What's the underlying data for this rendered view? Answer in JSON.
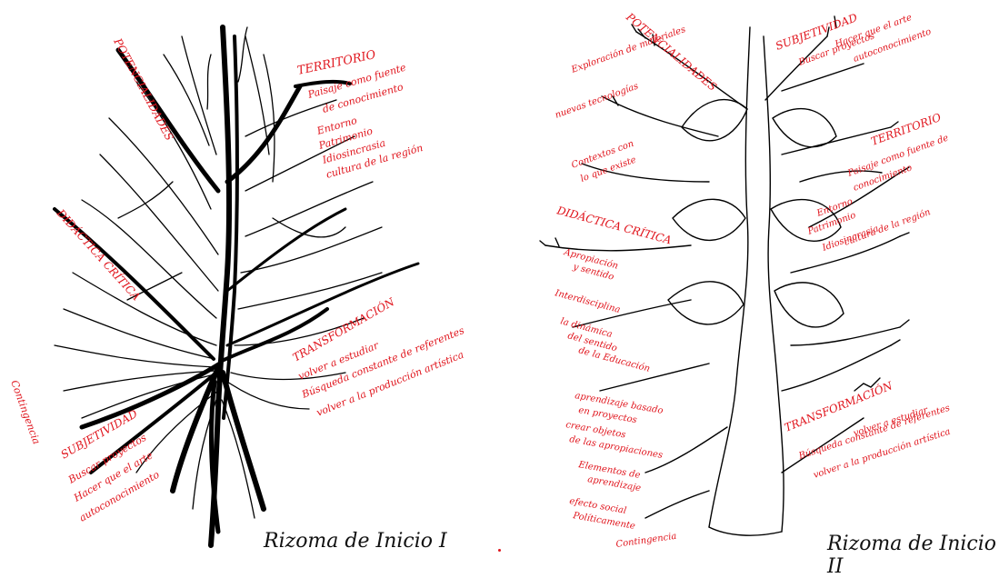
{
  "drawings": [
    {
      "caption": "Rizoma de Inicio I",
      "labels": {
        "territorio": "TERRITORIO",
        "territorio_a": "Paisaje como fuente",
        "territorio_b": "de conocimiento",
        "entorno": "Entorno",
        "patrimonio": "Patrimonio",
        "identidad": "Idiosincrasia",
        "cultura": "cultura de la región",
        "potencialidades": "POTENCIALIDADES",
        "transformacion": "TRANSFORMACIÓN",
        "volver": "volver a estudiar",
        "busqueda": "Búsqueda constante de referentes",
        "producir": "volver a la producción artística",
        "didactica": "DIDÁCTICA CRÍTICA",
        "subjetividad": "SUBJETIVIDAD",
        "buscar": "Buscar proyectos",
        "hacer": "Hacer que el arte",
        "auto": "autoconocimiento",
        "contingencia": "Contingencia"
      }
    },
    {
      "caption": "Rizoma de Inicio II",
      "labels": {
        "potencialidades": "POTENCIALIDADES",
        "subjetividad": "SUBJETIVIDAD",
        "buscar": "Buscar proyectos",
        "hacer": "Hacer que el arte",
        "auto": "autoconocimiento",
        "exploracion": "Exploración de materiales",
        "nuevas": "nuevas tecnologías",
        "contextos": "Contextos con",
        "lo_que": "lo que existe",
        "territorio": "TERRITORIO",
        "territorio_a": "Paisaje como fuente de",
        "territorio_b": "conocimiento",
        "entorno": "Entorno",
        "patrimonio": "Patrimonio",
        "identidad": "Idiosincrasia",
        "cultura": "cultura de la región",
        "didactica": "DIDÁCTICA CRÍTICA",
        "apropiacion": "Apropiación",
        "sentido": "y sentido",
        "inter": "Interdisciplina",
        "la_dinamica": "la dinámica",
        "del_arte": "del sentido",
        "educacion": "de la Educación",
        "aprendizaje": "aprendizaje basado",
        "proyectos": "en proyectos",
        "crear": "crear objetos",
        "propios": "de las apropiaciones",
        "elementos": "Elementos de",
        "aprendizaje2": "aprendizaje",
        "efecto": "efecto social",
        "politicamente": "Políticamente",
        "contingencia": "Contingencia",
        "transformacion": "TRANSFORMACIÓN",
        "volver": "volver a estudiar",
        "busqueda": "Búsqueda constante de referentes",
        "producir": "volver a la producción artística"
      }
    }
  ]
}
